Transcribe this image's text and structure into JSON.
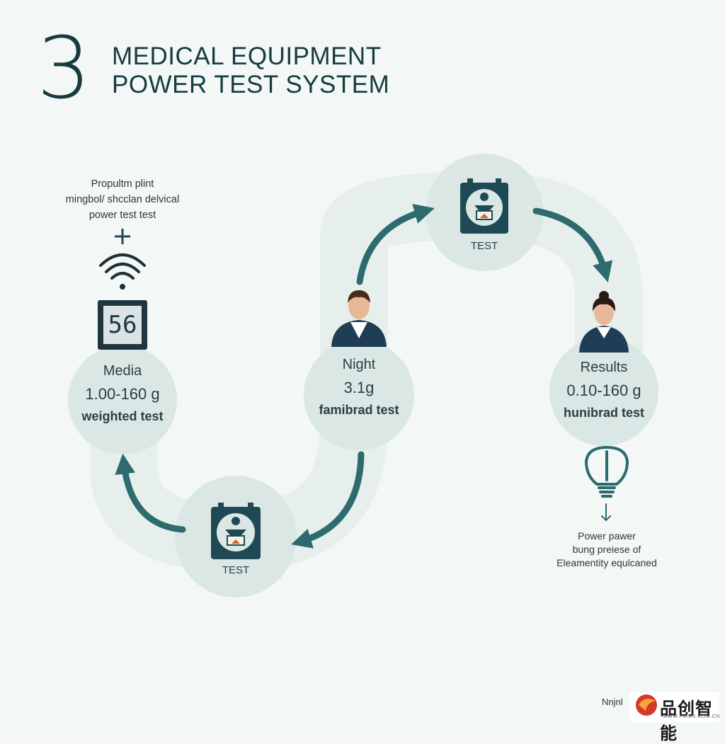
{
  "header": {
    "number": "3",
    "title_line1": "MEDICAL EQUIPMENT",
    "title_line2": "POWER TEST SYSTEM"
  },
  "left_note": {
    "line1": "Propultm plint",
    "line2": "mingbol/ shcclan delvical",
    "line3": "power test test"
  },
  "left_device": {
    "display": "56"
  },
  "nodes": {
    "media": {
      "label": "Media",
      "value": "1.00-160 g",
      "caption": "weighted test"
    },
    "night": {
      "label": "Night",
      "value": "3.1g",
      "caption": "famibrad test"
    },
    "results": {
      "label": "Results",
      "value": "0.10-160 g",
      "caption": "hunibrad test"
    },
    "test_top": {
      "label": "TEST"
    },
    "test_bottom": {
      "label": "TEST"
    }
  },
  "right_note": {
    "line1": "Power pawer",
    "line2": "bung preiese of",
    "line3": "Eleamentity equlcaned"
  },
  "footer": {
    "credit": "Nnjnl",
    "logo_text": "品创智能",
    "logo_url": "WWW.PBIDS.COM.CN"
  },
  "colors": {
    "accent": "#2d6b6e",
    "dark": "#163b40",
    "circle": "#dbe7e4",
    "band": "#e7efed"
  }
}
